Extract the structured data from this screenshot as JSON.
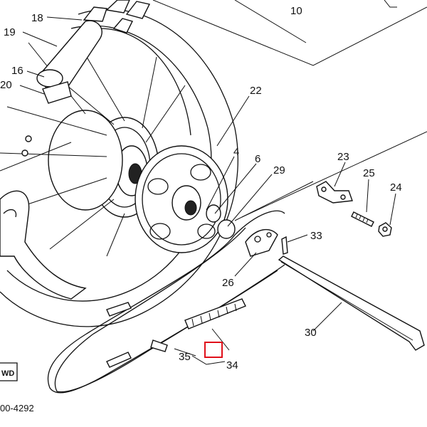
{
  "callouts": {
    "c18": "18",
    "c19": "19",
    "c16": "16",
    "c20": "20",
    "c10": "10",
    "c22": "22",
    "c4": "4",
    "c6": "6",
    "c29": "29",
    "c23": "23",
    "c25": "25",
    "c24": "24",
    "c33": "33",
    "c26": "26",
    "c30": "30",
    "c35": "35",
    "c34": "34"
  },
  "fragments": {
    "fwd": "WD",
    "part_code": "00-4292"
  },
  "highlight_color": "#e0101a"
}
